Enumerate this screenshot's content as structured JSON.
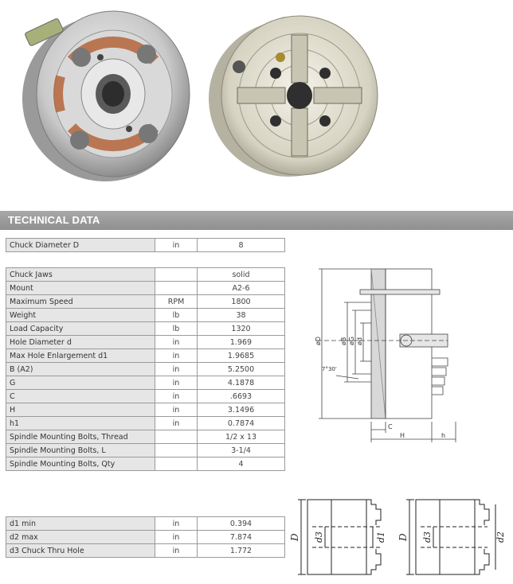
{
  "section": {
    "title": "TECHNICAL DATA"
  },
  "tables": {
    "diameter": [
      {
        "label": "Chuck Diameter D",
        "unit": "in",
        "value": "8"
      }
    ],
    "main": [
      {
        "label": "Chuck Jaws",
        "unit": "",
        "value": "solid"
      },
      {
        "label": "Mount",
        "unit": "",
        "value": "A2-6"
      },
      {
        "label": "Maximum Speed",
        "unit": "RPM",
        "value": "1800"
      },
      {
        "label": "Weight",
        "unit": "lb",
        "value": "38"
      },
      {
        "label": "Load Capacity",
        "unit": "lb",
        "value": "1320"
      },
      {
        "label": "Hole Diameter d",
        "unit": "in",
        "value": "1.969"
      },
      {
        "label": "Max Hole Enlargement d1",
        "unit": "in",
        "value": "1.9685"
      },
      {
        "label": "B (A2)",
        "unit": "in",
        "value": "5.2500"
      },
      {
        "label": "G",
        "unit": "in",
        "value": "4.1878"
      },
      {
        "label": "C",
        "unit": "in",
        "value": ".6693"
      },
      {
        "label": "H",
        "unit": "in",
        "value": "3.1496"
      },
      {
        "label": "h1",
        "unit": "in",
        "value": "0.7874"
      },
      {
        "label": "Spindle Mounting Bolts, Thread",
        "unit": "",
        "value": "1/2 x 13"
      },
      {
        "label": "Spindle Mounting Bolts, L",
        "unit": "",
        "value": "3-1/4"
      },
      {
        "label": "Spindle Mounting Bolts, Qty",
        "unit": "",
        "value": "4"
      }
    ],
    "bottom": [
      {
        "label": "d1 min",
        "unit": "in",
        "value": "0.394"
      },
      {
        "label": "d2 max",
        "unit": "in",
        "value": "7.874"
      },
      {
        "label": "d3 Chuck Thru Hole",
        "unit": "in",
        "value": "1.772"
      }
    ]
  },
  "drawing_labels": {
    "section": {
      "d": "øD",
      "b": "øB",
      "g": "øG",
      "hole": "ød",
      "angle": "7°30'",
      "c": "C",
      "h": "H",
      "h1": "h"
    },
    "d1": {
      "D": "D",
      "d3": "d3",
      "d1": "d1"
    },
    "d2": {
      "D": "D",
      "d3": "d3",
      "d2": "d2"
    }
  }
}
